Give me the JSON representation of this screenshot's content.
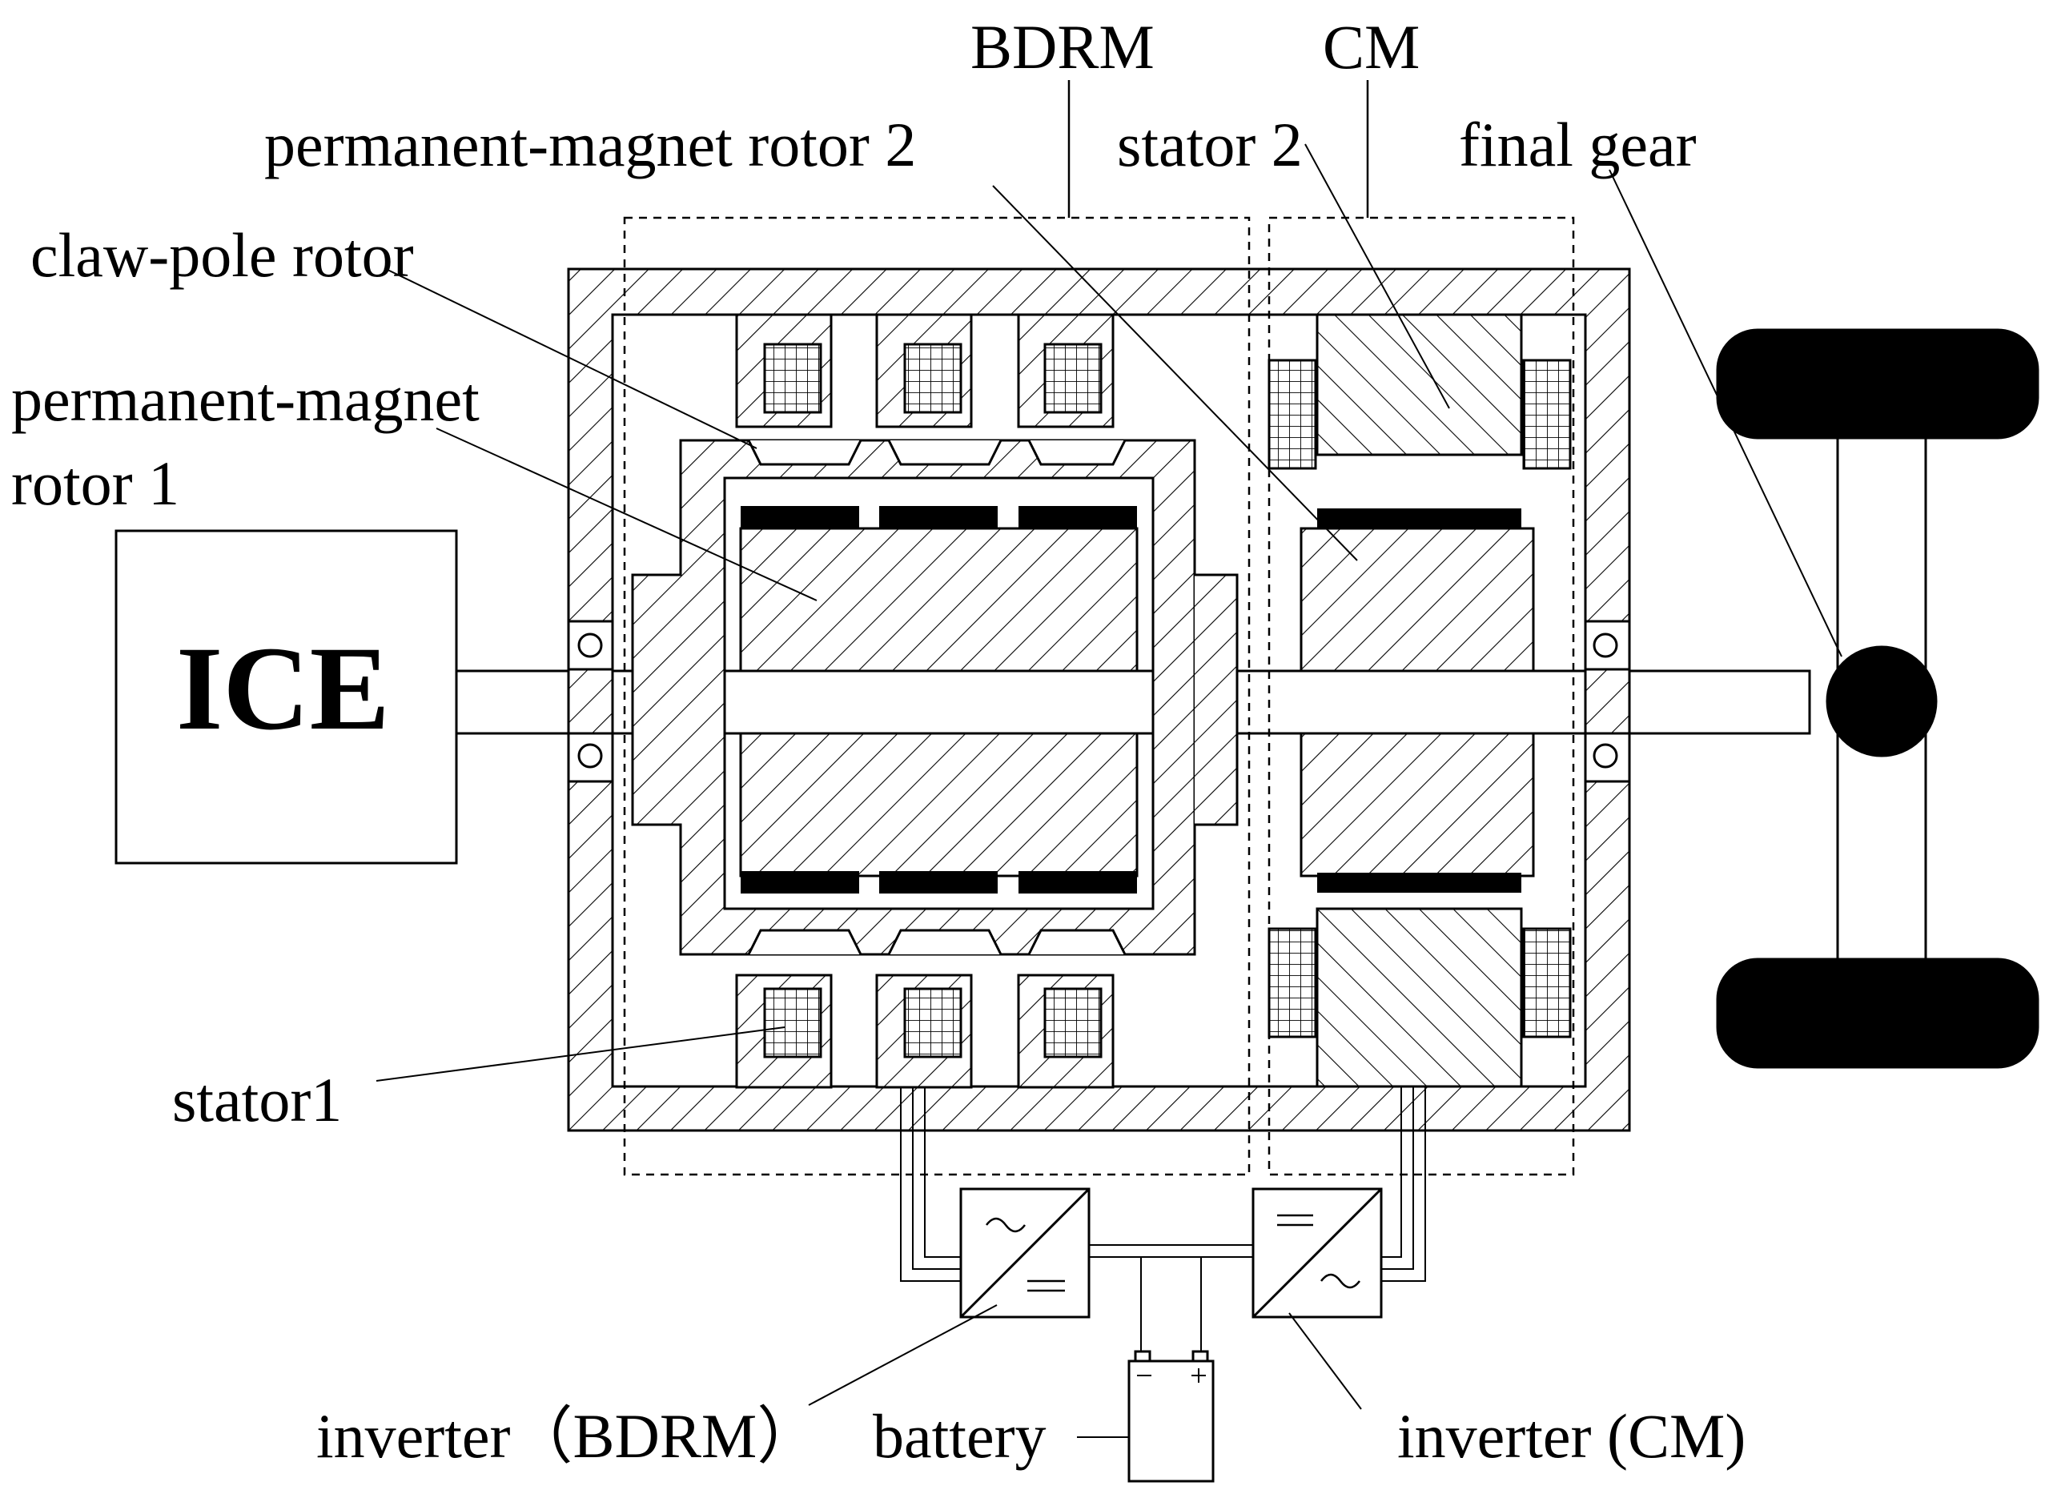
{
  "labels": {
    "bdrm": "BDRM",
    "cm": "CM",
    "pm_rotor_2": "permanent-magnet rotor 2",
    "stator_2": "stator 2",
    "final_gear": "final gear",
    "claw_pole_rotor": "claw-pole rotor",
    "pm_rotor_1_line1": "permanent-magnet",
    "pm_rotor_1_line2": "rotor 1",
    "ice": "ICE",
    "stator_1": "stator1",
    "inverter_bdrm": "inverter（BDRM）",
    "battery": "battery",
    "inverter_cm": "inverter (CM)"
  },
  "colors": {
    "ink": "#000000",
    "paper": "#ffffff"
  }
}
